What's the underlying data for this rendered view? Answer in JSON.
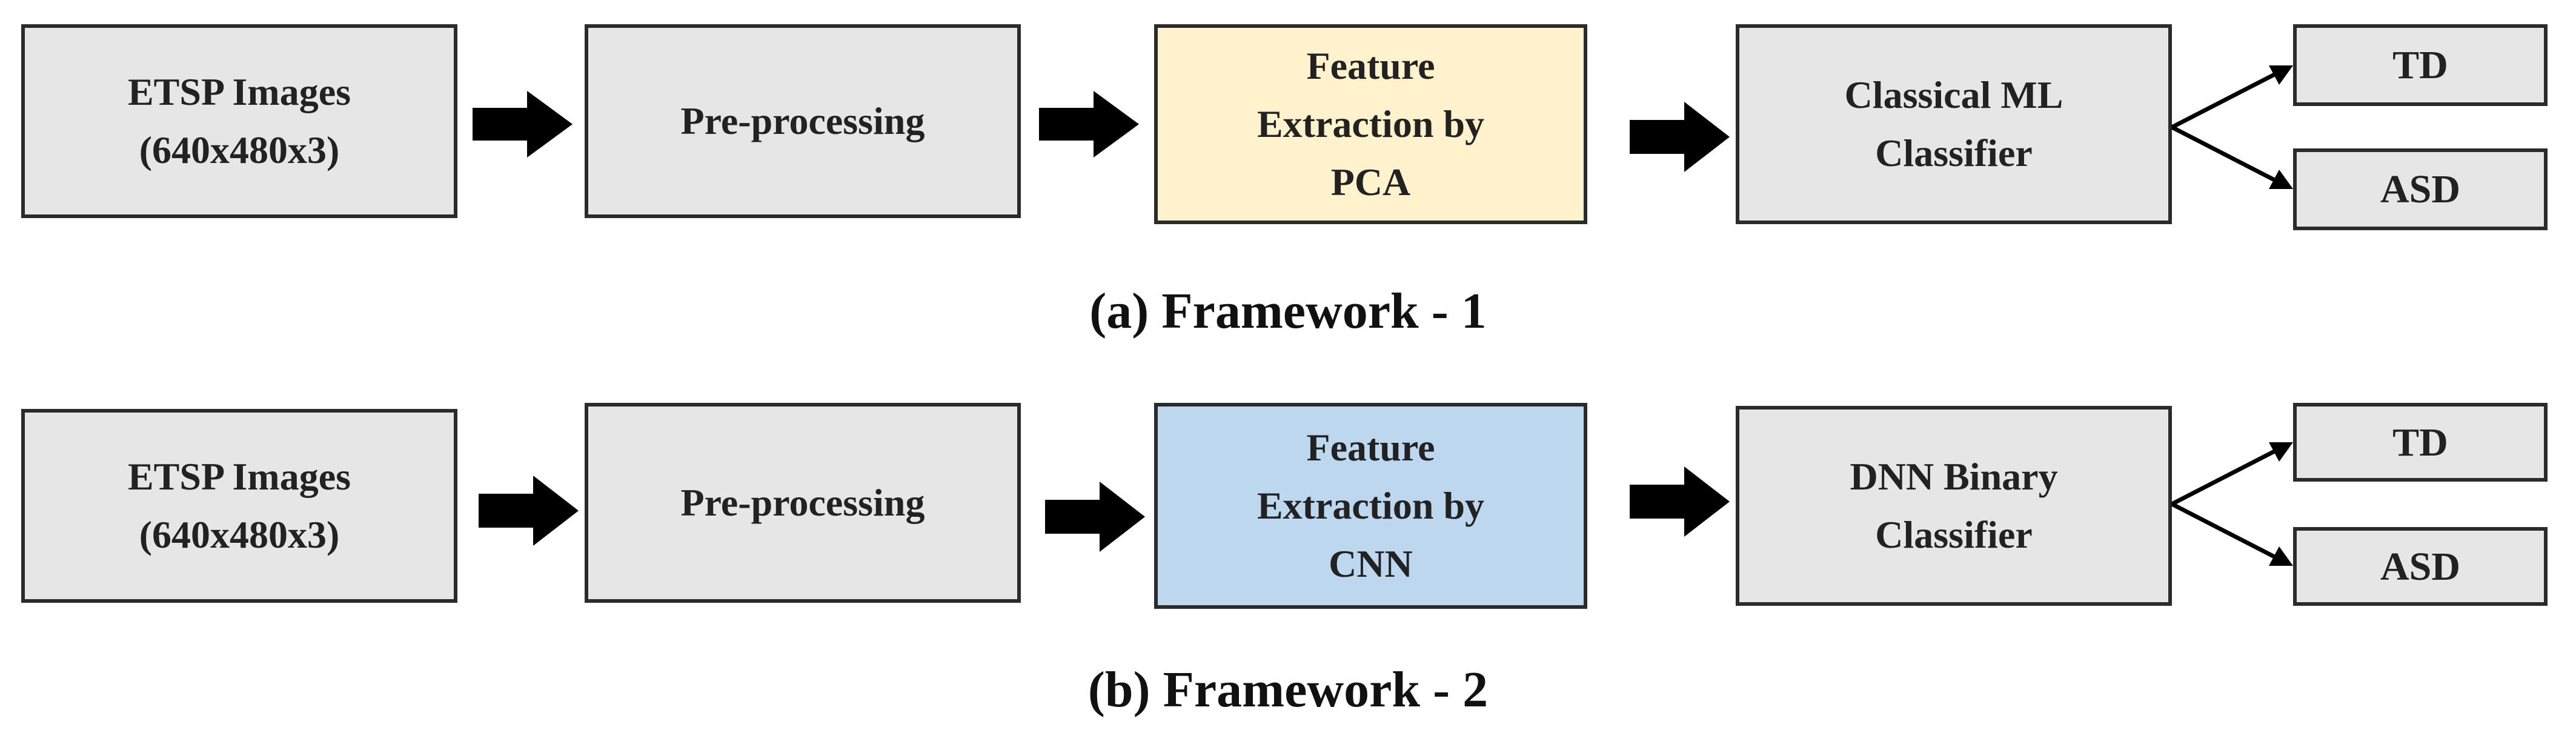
{
  "colors": {
    "box_fill": "#e7e6e6",
    "pca_fill": "#fff2cc",
    "cnn_fill": "#bdd7ee",
    "border": "#2b2b2b",
    "arrow": "#000000"
  },
  "framework1": {
    "input_label": "ETSP Images\n(640x480x3)",
    "preprocess_label": "Pre-processing",
    "feature_label": "Feature\nExtraction by\nPCA",
    "classifier_label": "Classical ML\nClassifier",
    "output_td": "TD",
    "output_asd": "ASD",
    "caption": "(a) Framework - 1"
  },
  "framework2": {
    "input_label": "ETSP Images\n(640x480x3)",
    "preprocess_label": "Pre-processing",
    "feature_label": "Feature\nExtraction by\nCNN",
    "classifier_label": "DNN Binary\nClassifier",
    "output_td": "TD",
    "output_asd": "ASD",
    "caption": "(b) Framework - 2"
  },
  "icons": [
    "right-block-arrow-icon",
    "branch-arrow-icon"
  ]
}
